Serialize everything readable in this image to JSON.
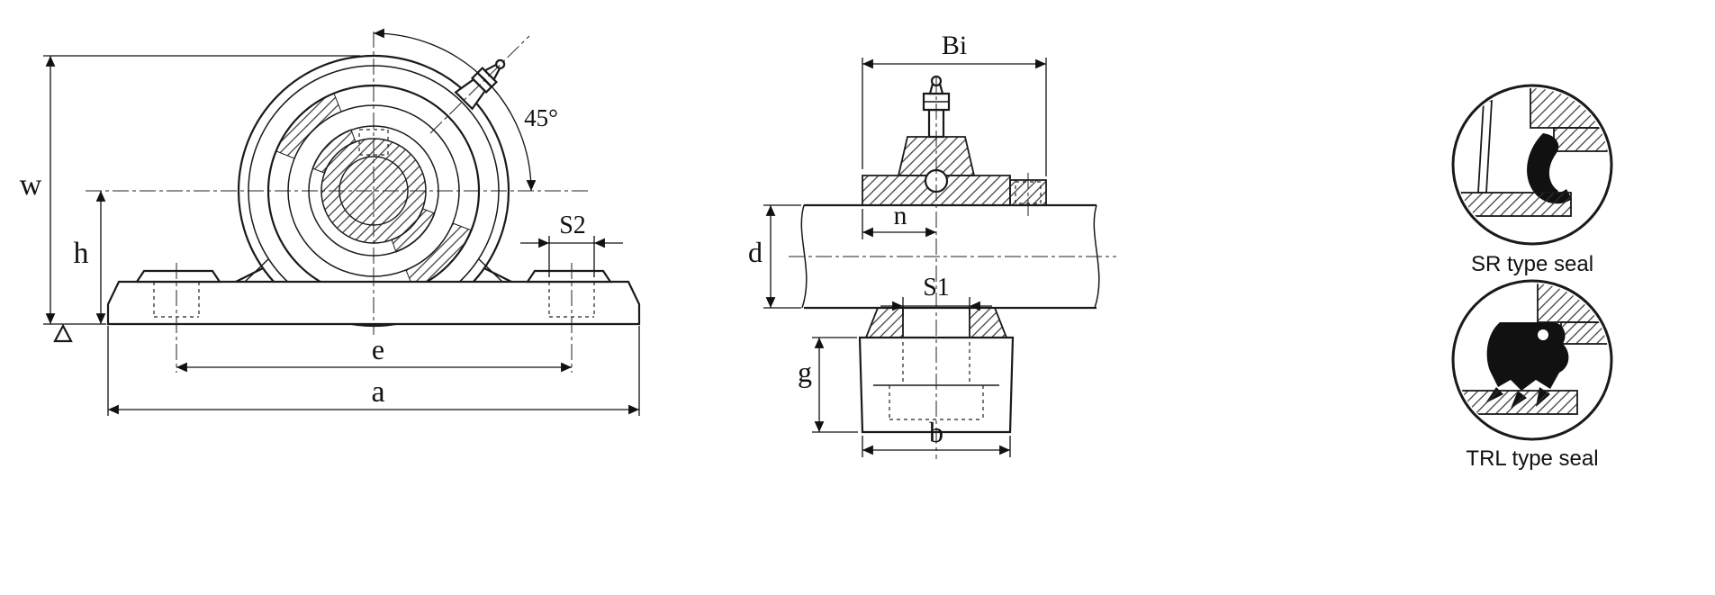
{
  "drawing": {
    "background": "#ffffff",
    "line_color": "#1a1a1a",
    "front_view": {
      "name": "pillow-block-front-view",
      "dims": {
        "w": "w",
        "h": "h",
        "angle": "45°",
        "s2": "S2",
        "e": "e",
        "a": "a"
      }
    },
    "side_view": {
      "name": "pillow-block-side-section",
      "dims": {
        "bi": "Bi",
        "n": "n",
        "d": "d",
        "s1": "S1",
        "g": "g",
        "b": "b"
      }
    },
    "seals": {
      "sr_label": "SR type seal",
      "trl_label": "TRL type seal"
    }
  }
}
